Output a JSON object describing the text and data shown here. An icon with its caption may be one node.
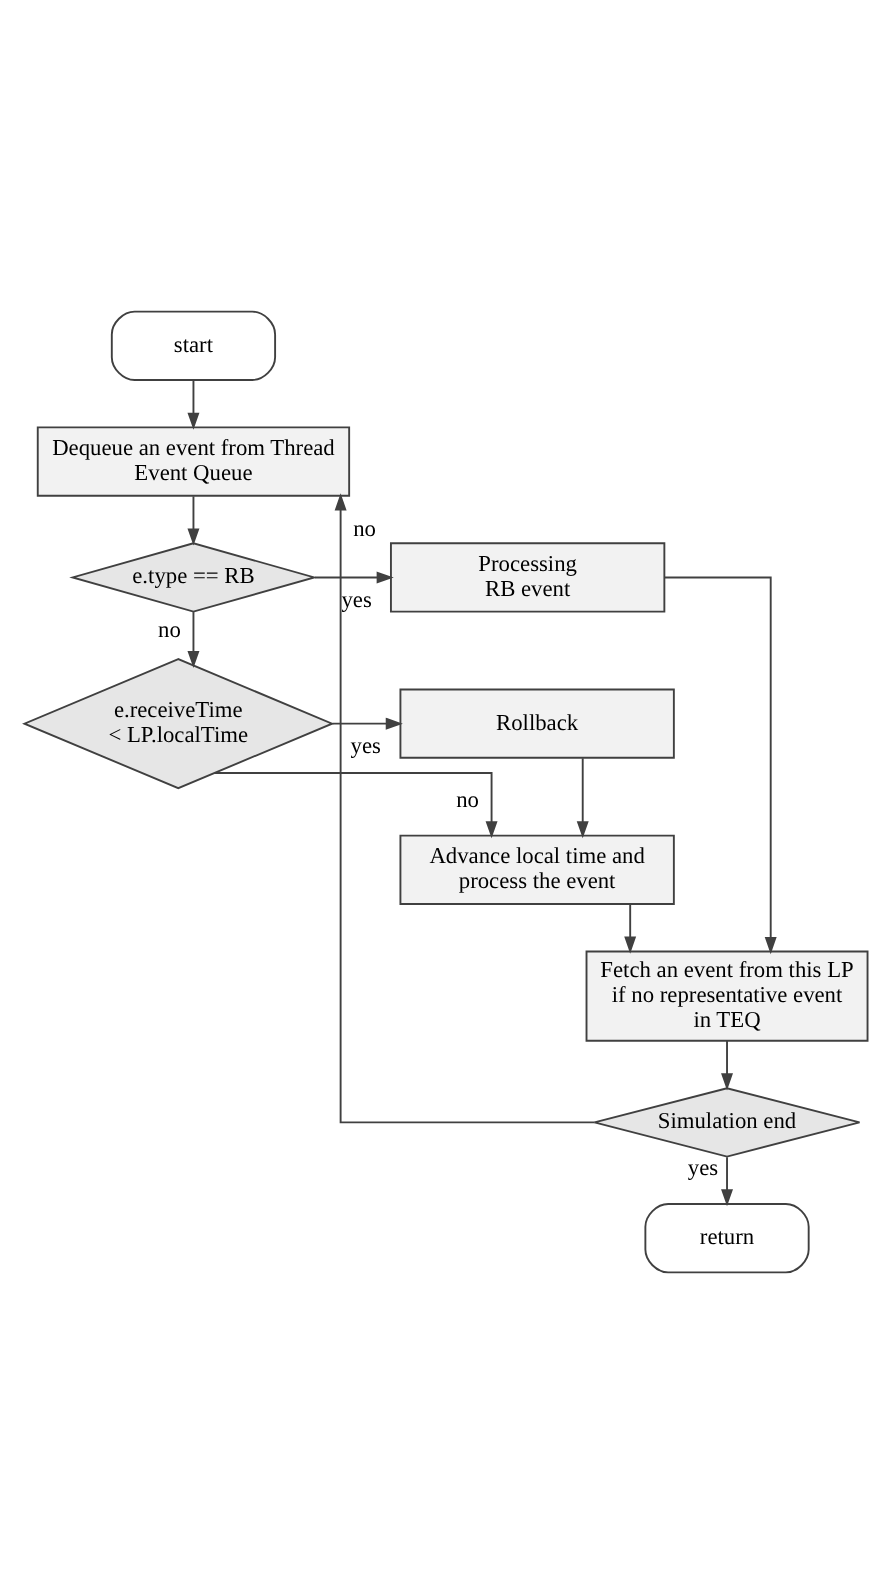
{
  "diagram": {
    "nodes": [
      {
        "text": [
          "start"
        ]
      },
      {
        "text": [
          "Dequeue an event from Thread Event Queue"
        ]
      },
      {
        "text": [
          "e.type == RB"
        ]
      },
      {
        "text": [
          "Processing RB event"
        ]
      },
      {
        "text": [
          "e.receiveTime < LP.localTime"
        ]
      },
      {
        "text": [
          "Rollback"
        ]
      },
      {
        "text": [
          "Advance local time and process the event"
        ]
      },
      {
        "text": [
          "Fetch an event from this LP if no representative event in TEQ"
        ]
      },
      {
        "text": [
          "Simulation end"
        ]
      },
      {
        "text": [
          "return"
        ]
      }
    ],
    "edges": [
      {
        "from": 0,
        "to": 1,
        "arrow": "to"
      },
      {
        "from": 1,
        "to": 2,
        "arrow": "to"
      },
      {
        "from": 2,
        "to": 3,
        "arrow": "to",
        "label": "yes"
      },
      {
        "from": 2,
        "to": 4,
        "arrow": "to",
        "label": "no"
      },
      {
        "from": 4,
        "to": 5,
        "arrow": "to",
        "label": "yes"
      },
      {
        "from": 5,
        "to": 6,
        "arrow": "to"
      },
      {
        "from": 4,
        "to": 6,
        "arrow": "to",
        "label": "no"
      },
      {
        "from": 6,
        "to": 7,
        "arrow": "to"
      },
      {
        "from": 3,
        "to": 7,
        "arrow": "to"
      },
      {
        "from": 7,
        "to": 8,
        "arrow": "to"
      },
      {
        "from": 8,
        "to": 9,
        "arrow": "to",
        "label": "yes"
      },
      {
        "from": 8,
        "to": 1,
        "arrow": "to",
        "label": "no"
      }
    ]
  }
}
